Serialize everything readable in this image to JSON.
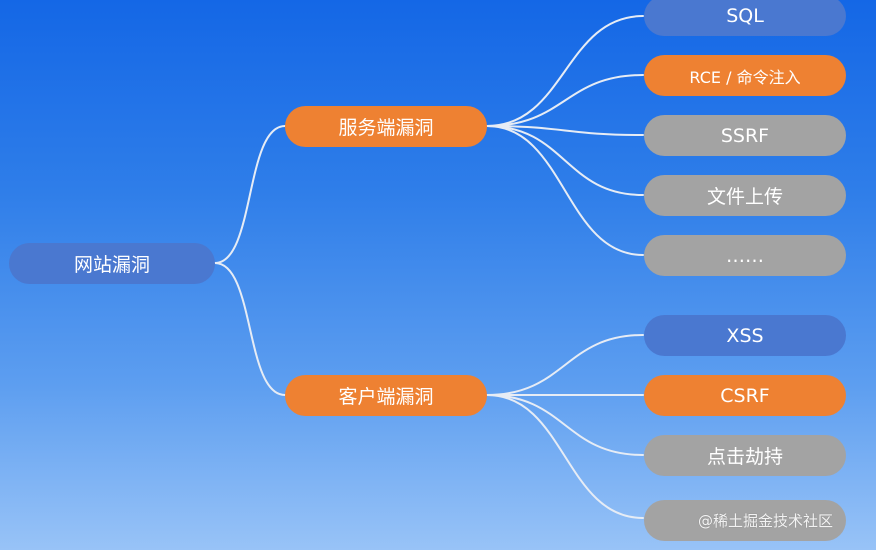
{
  "root": {
    "label": "网站漏洞"
  },
  "branches": [
    {
      "label": "服务端漏洞",
      "children": [
        {
          "label": "SQL",
          "color": "blue"
        },
        {
          "label": "RCE / 命令注入",
          "color": "orange"
        },
        {
          "label": "SSRF",
          "color": "gray"
        },
        {
          "label": "文件上传",
          "color": "gray"
        },
        {
          "label": "……",
          "color": "gray"
        }
      ]
    },
    {
      "label": "客户端漏洞",
      "children": [
        {
          "label": "XSS",
          "color": "blue"
        },
        {
          "label": "CSRF",
          "color": "orange"
        },
        {
          "label": "点击劫持",
          "color": "gray"
        },
        {
          "label": "",
          "color": "gray"
        }
      ]
    }
  ],
  "watermark": "@稀土掘金技术社区",
  "colors": {
    "orange": "#ee8132",
    "blue": "#4a78d0",
    "gray": "#a3a3a3",
    "line": "#e6ecf5"
  }
}
